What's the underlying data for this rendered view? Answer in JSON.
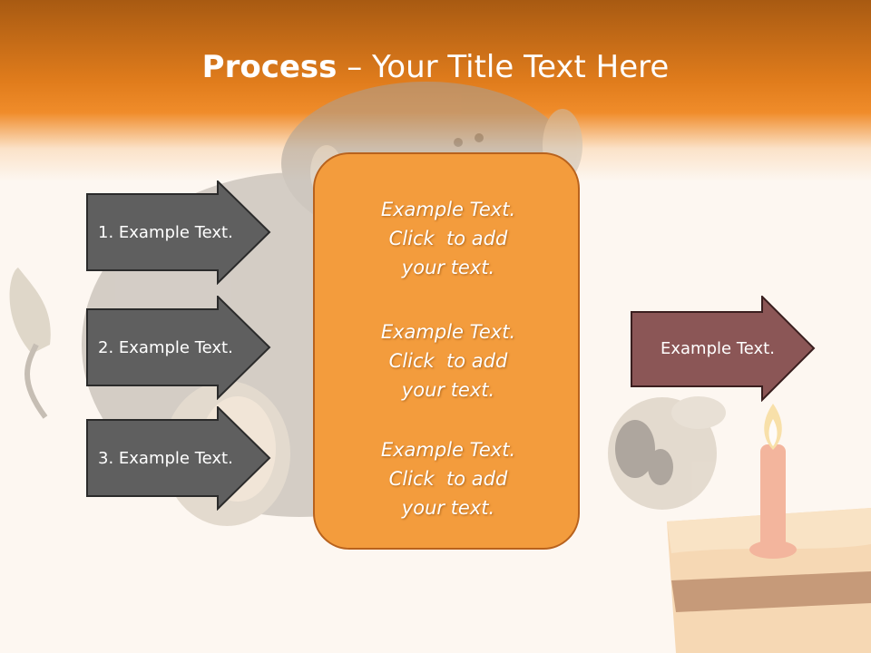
{
  "slide": {
    "title_bold": "Process",
    "title_separator": " – ",
    "title_rest": "Your Title Text Here",
    "left_arrows": [
      {
        "label": "1. Example Text."
      },
      {
        "label": "2. Example Text."
      },
      {
        "label": "3. Example Text."
      }
    ],
    "center_paragraphs": [
      {
        "line1": "Example Text.",
        "line2": "Click  to add",
        "line3": "your text."
      },
      {
        "line1": "Example Text.",
        "line2": "Click  to add",
        "line3": "your text."
      },
      {
        "line1": "Example Text.",
        "line2": "Click  to add",
        "line3": "your text."
      }
    ],
    "right_arrow": {
      "label": "Example Text."
    }
  },
  "colors": {
    "header_orange": "#f08c2a",
    "center_box": "#f39c3d",
    "left_arrow_fill": "#5f5f5f",
    "right_arrow_fill": "#8b5656"
  }
}
